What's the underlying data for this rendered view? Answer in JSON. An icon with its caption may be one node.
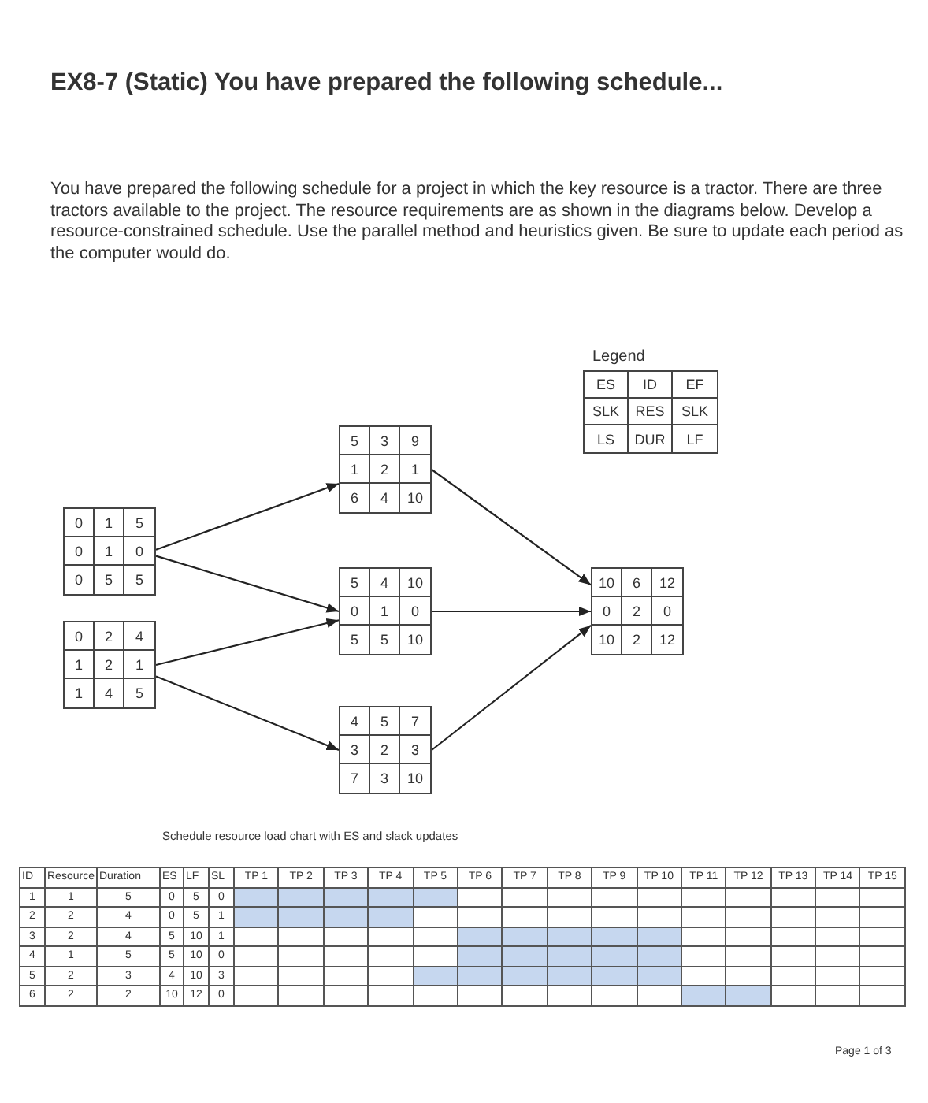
{
  "diagram": {
    "title": "EX8-7 (Static) You have prepared the following schedule...",
    "nodes": [
      {
        "text": [
          "0",
          "1",
          "5",
          "0",
          "1",
          "0",
          "0",
          "5",
          "5"
        ]
      },
      {
        "text": [
          "0",
          "2",
          "4",
          "1",
          "2",
          "1",
          "1",
          "4",
          "5"
        ]
      },
      {
        "text": [
          "5",
          "3",
          "9",
          "1",
          "2",
          "1",
          "6",
          "4",
          "10"
        ]
      },
      {
        "text": [
          "5",
          "4",
          "10",
          "0",
          "1",
          "0",
          "5",
          "5",
          "10"
        ]
      },
      {
        "text": [
          "4",
          "5",
          "7",
          "3",
          "2",
          "3",
          "7",
          "3",
          "10"
        ]
      },
      {
        "text": [
          "10",
          "6",
          "12",
          "0",
          "2",
          "0",
          "10",
          "2",
          "12"
        ]
      },
      {
        "text": [
          "Legend",
          "ES",
          "ID",
          "EF",
          "SLK",
          "RES",
          "SLK",
          "LS",
          "DUR",
          "LF"
        ]
      }
    ],
    "edges": [
      {
        "from": 0,
        "to": 2,
        "arrow": "to"
      },
      {
        "from": 0,
        "to": 3,
        "arrow": "to"
      },
      {
        "from": 1,
        "to": 3,
        "arrow": "to"
      },
      {
        "from": 1,
        "to": 4,
        "arrow": "to"
      },
      {
        "from": 2,
        "to": 5,
        "arrow": "to"
      },
      {
        "from": 3,
        "to": 5,
        "arrow": "to"
      },
      {
        "from": 4,
        "to": 5,
        "arrow": "to"
      }
    ],
    "labels": [
      "You have prepared the following schedule for a project in which the key resource is a tractor. There are three tractors available to the project. The resource requirements are as shown in the diagrams below. Develop a resource-constrained schedule. Use the parallel method and heuristics given. Be sure to update each period as the computer would do.",
      "Schedule resource load chart with ES and slack updates",
      "ID",
      "Resource",
      "Duration",
      "ES",
      "LF",
      "SL",
      "TP 1",
      "TP 2",
      "TP 3",
      "TP 4",
      "TP 5",
      "TP 6",
      "TP 7",
      "TP 8",
      "TP 9",
      "TP 10",
      "TP 11",
      "TP 12",
      "TP 13",
      "TP 14",
      "TP 15",
      "1",
      "1",
      "5",
      "0",
      "5",
      "0",
      "2",
      "2",
      "4",
      "0",
      "5",
      "1",
      "3",
      "2",
      "4",
      "5",
      "10",
      "1",
      "4",
      "1",
      "5",
      "5",
      "10",
      "0",
      "5",
      "2",
      "3",
      "4",
      "10",
      "3",
      "6",
      "2",
      "2",
      "10",
      "12",
      "0",
      "Page 1 of 3"
    ]
  }
}
